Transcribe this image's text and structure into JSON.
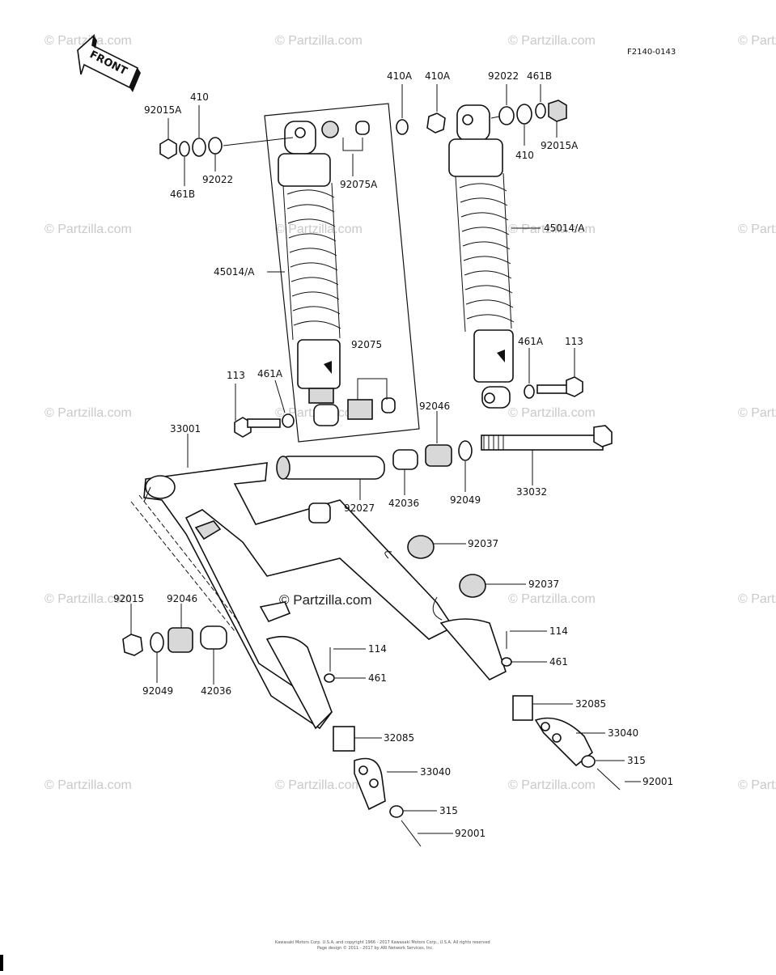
{
  "diagram_code": "F2140-0143",
  "front_label": "FRONT",
  "watermark_text": "© Partzilla.com",
  "center_watermark_text": "© Partzilla.com",
  "footer_line1": "Kawasaki Motors Corp. U.S.A. and copyright 1966 - 2017 Kawasaki Motors Corp., U.S.A. All rights reserved",
  "footer_line2": "Page design © 2011 - 2017 by ARI Network Services, Inc.",
  "callouts": {
    "c92015A_l": "92015A",
    "c410_l": "410",
    "c461B_l": "461B",
    "c92022_l": "92022",
    "c92075A": "92075A",
    "c410A_1": "410A",
    "c410A_2": "410A",
    "c92022_r": "92022",
    "c461B_r": "461B",
    "c410_r": "410",
    "c92015A_r": "92015A",
    "c45014A_l": "45014/A",
    "c45014A_r": "45014/A",
    "c92075": "92075",
    "c113_l": "113",
    "c461A_l": "461A",
    "c461A_r": "461A",
    "c113_r": "113",
    "c33001": "33001",
    "c92046_t": "92046",
    "c92027": "92027",
    "c42036_t": "42036",
    "c92049_t": "92049",
    "c33032": "33032",
    "c92037_1": "92037",
    "c92037_2": "92037",
    "c92015": "92015",
    "c92046_l": "92046",
    "c92049_l": "92049",
    "c42036_l": "42036",
    "c114_m": "114",
    "c461_m": "461",
    "c114_r": "114",
    "c461_r": "461",
    "c32085_r": "32085",
    "c32085_l": "32085",
    "c33040_r": "33040",
    "c33040_l": "33040",
    "c315_r": "315",
    "c92001_r": "92001",
    "c315_l": "315",
    "c92001_l": "92001"
  }
}
